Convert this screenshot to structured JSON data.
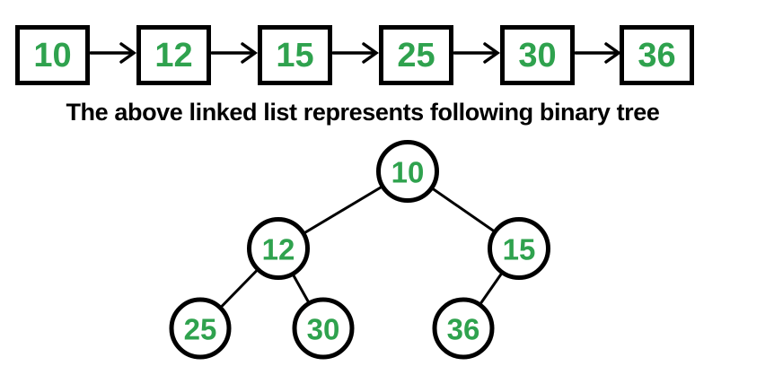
{
  "caption": "The above linked list represents following binary tree",
  "colors": {
    "node_text": "#2fa24e",
    "stroke": "#000000",
    "background": "#ffffff"
  },
  "linked_list": {
    "nodes": [
      "10",
      "12",
      "15",
      "25",
      "30",
      "36"
    ]
  },
  "tree": {
    "value": "10",
    "left": {
      "value": "12",
      "left": {
        "value": "25"
      },
      "right": {
        "value": "30"
      }
    },
    "right": {
      "value": "15",
      "left": {
        "value": "36"
      }
    }
  },
  "tree_edges": [
    {
      "from": "10",
      "to": "12"
    },
    {
      "from": "10",
      "to": "15"
    },
    {
      "from": "12",
      "to": "25"
    },
    {
      "from": "12",
      "to": "30"
    },
    {
      "from": "15",
      "to": "36"
    }
  ]
}
